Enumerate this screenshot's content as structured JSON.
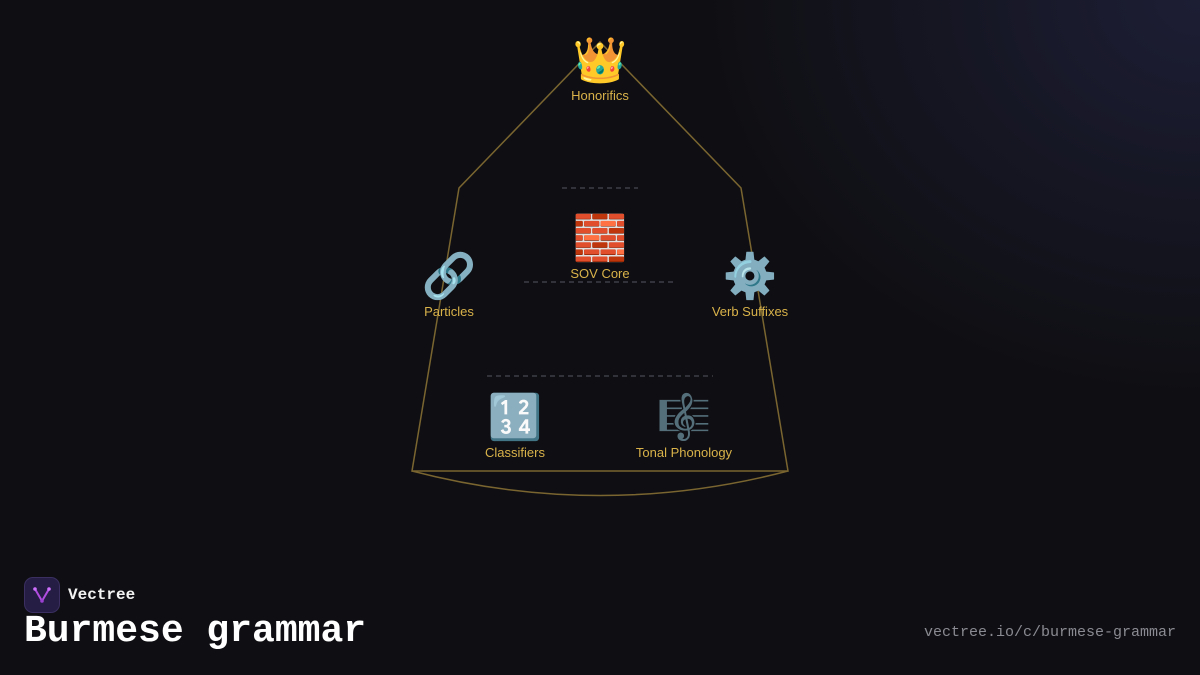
{
  "diagram": {
    "nodes": {
      "honorifics": {
        "icon": "👑",
        "icon_name": "crown-icon",
        "label": "Honorifics"
      },
      "sov_core": {
        "icon": "🧱",
        "icon_name": "brick-icon",
        "label": "SOV Core"
      },
      "particles": {
        "icon": "🔗",
        "icon_name": "link-icon",
        "label": "Particles"
      },
      "verb_suffixes": {
        "icon": "⚙️",
        "icon_name": "gear-icon",
        "label": "Verb Suffixes"
      },
      "classifiers": {
        "icon": "🔢",
        "icon_name": "numbers-icon",
        "label": "Classifiers"
      },
      "tonal_phonology": {
        "icon": "🎼",
        "icon_name": "musical-score-icon",
        "label": "Tonal Phonology"
      }
    },
    "colors": {
      "outline": "#7a6530",
      "divider": "#555560",
      "label": "#d9b24a"
    }
  },
  "brand": {
    "name": "Vectree",
    "logo_icon": "vectree-logo-icon"
  },
  "title": "Burmese grammar",
  "url": "vectree.io/c/burmese-grammar"
}
